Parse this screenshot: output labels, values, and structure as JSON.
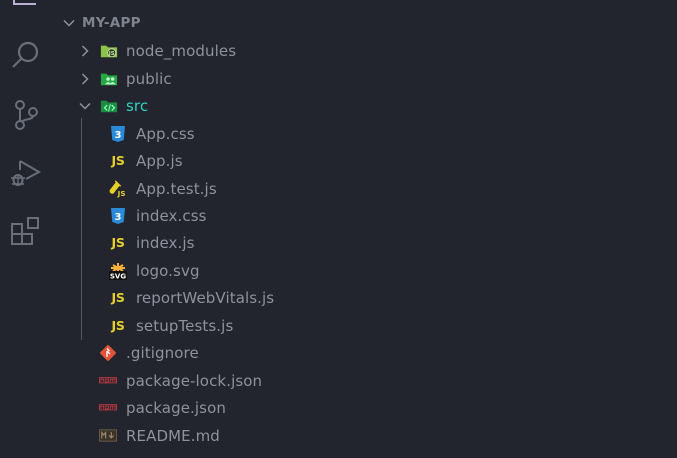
{
  "activity_bar": {
    "items": [
      {
        "name": "explorer",
        "icon": "files-icon"
      },
      {
        "name": "search",
        "icon": "search-icon"
      },
      {
        "name": "source-control",
        "icon": "source-control-icon"
      },
      {
        "name": "run-and-debug",
        "icon": "run-debug-icon"
      },
      {
        "name": "extensions",
        "icon": "extensions-icon"
      }
    ]
  },
  "explorer": {
    "root": {
      "label": "MY-APP",
      "expanded": true
    },
    "tree": [
      {
        "label": "node_modules",
        "type": "folder",
        "expanded": false,
        "icon": "folder-node-icon"
      },
      {
        "label": "public",
        "type": "folder",
        "expanded": false,
        "icon": "folder-public-icon"
      },
      {
        "label": "src",
        "type": "folder",
        "expanded": true,
        "icon": "folder-src-icon",
        "children": [
          {
            "label": "App.css",
            "icon": "css-file-icon"
          },
          {
            "label": "App.js",
            "icon": "js-file-icon"
          },
          {
            "label": "App.test.js",
            "icon": "js-test-file-icon"
          },
          {
            "label": "index.css",
            "icon": "css-file-icon"
          },
          {
            "label": "index.js",
            "icon": "js-file-icon"
          },
          {
            "label": "logo.svg",
            "icon": "svg-file-icon"
          },
          {
            "label": "reportWebVitals.js",
            "icon": "js-file-icon"
          },
          {
            "label": "setupTests.js",
            "icon": "js-file-icon"
          }
        ]
      },
      {
        "label": ".gitignore",
        "type": "file",
        "icon": "git-file-icon"
      },
      {
        "label": "package-lock.json",
        "type": "file",
        "icon": "npm-file-icon"
      },
      {
        "label": "package.json",
        "type": "file",
        "icon": "npm-file-icon"
      },
      {
        "label": "README.md",
        "type": "file",
        "icon": "markdown-file-icon"
      }
    ],
    "icon_text": {
      "js": "JS",
      "svg": "SVG",
      "npm": "npm",
      "md": "M↓"
    }
  },
  "colors": {
    "background": "#22252e",
    "label": "#8e929c",
    "src_label": "#2fd3c5",
    "js_yellow": "#e6cf2b",
    "css_blue": "#2a8ad8",
    "npm_red": "#b8383f",
    "git_red": "#e0533a"
  }
}
